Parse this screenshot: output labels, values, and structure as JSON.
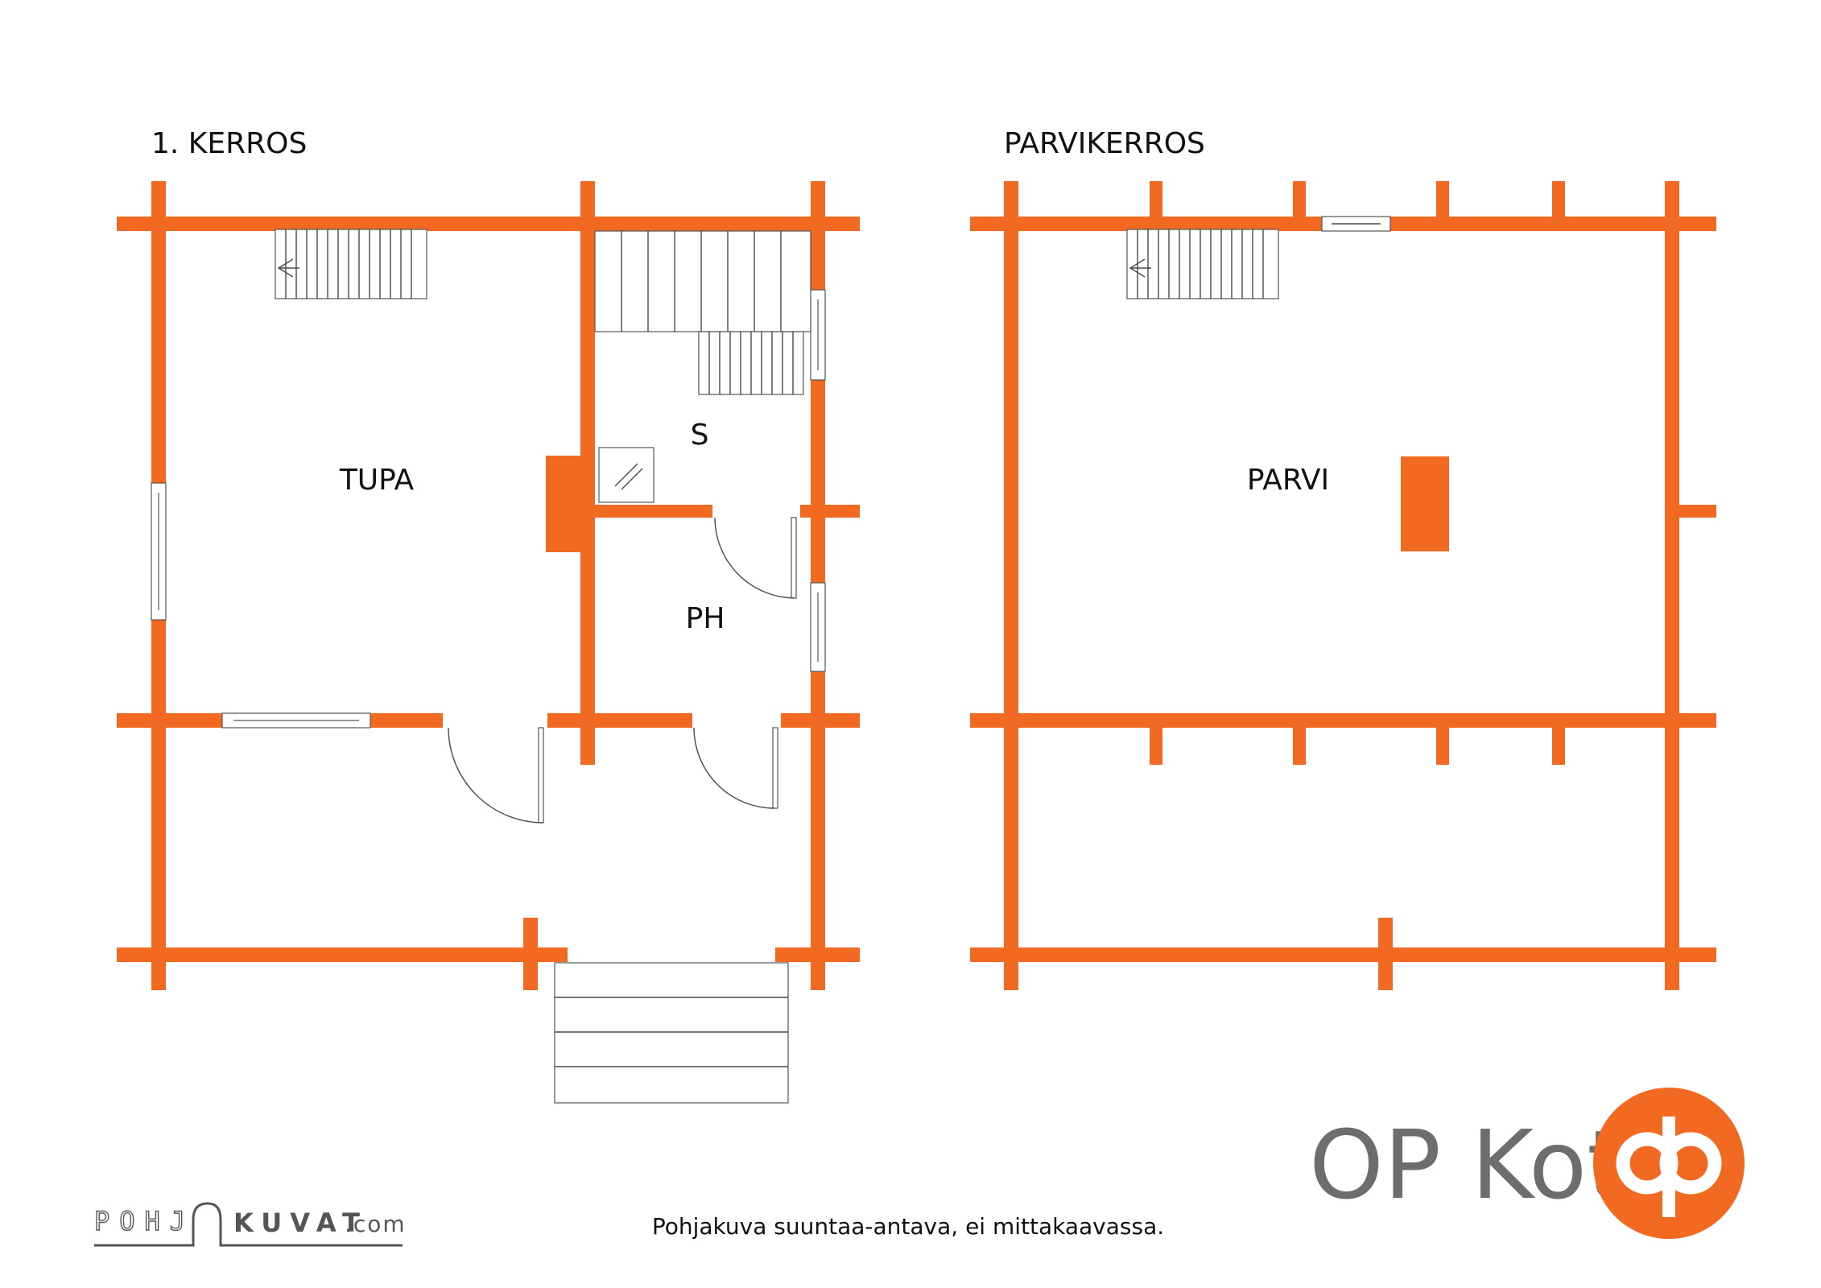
{
  "colors": {
    "wall": "#f26a21",
    "text": "#111111",
    "logo_gray": "#6d6d6d",
    "line": "#4a4a4a"
  },
  "floors": [
    {
      "title": "1. KERROS",
      "rooms": [
        "TUPA",
        "S",
        "PH"
      ]
    },
    {
      "title": "PARVIKERROS",
      "rooms": [
        "PARVI"
      ]
    }
  ],
  "footer": {
    "note": "Pohjakuva suuntaa-antava, ei mittakaavassa.",
    "watermark": {
      "left": "POHJ",
      "right": "KUVAT",
      "suffix": ".com"
    },
    "brand": "OP Koti"
  }
}
